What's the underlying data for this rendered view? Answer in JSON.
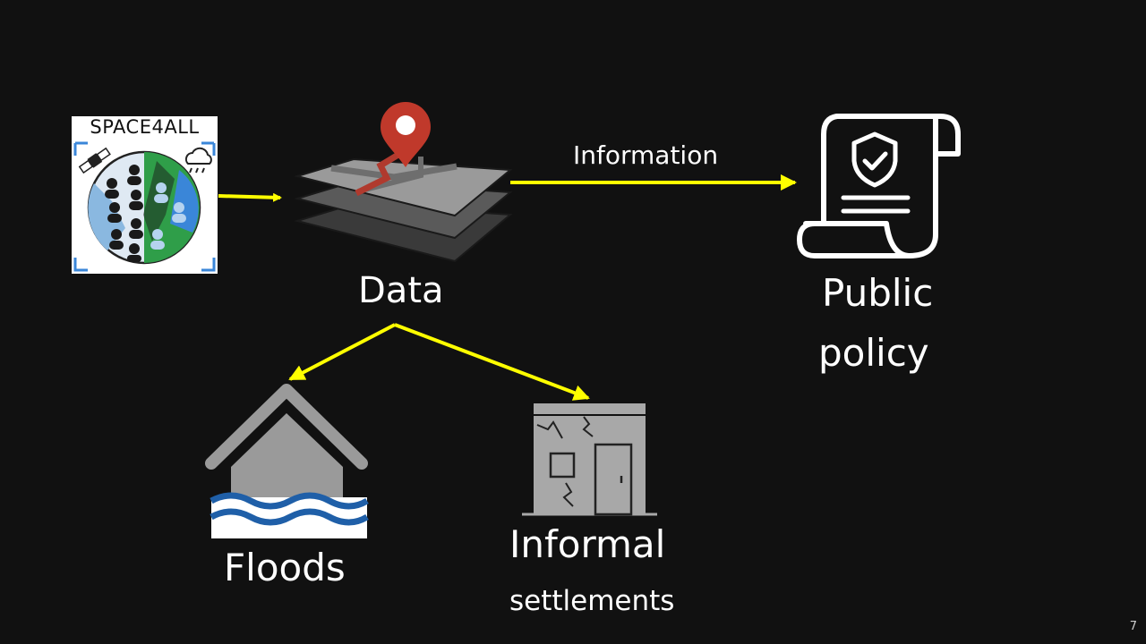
{
  "logo": {
    "title": "SPACE4ALL",
    "icon": "globe-satellite-people-icon"
  },
  "nodes": {
    "data": {
      "label": "Data",
      "icon": "map-layers-pin-icon"
    },
    "public_policy": {
      "label_line1": "Public",
      "label_line2": "policy",
      "icon": "policy-document-shield-icon"
    },
    "floods": {
      "label": "Floods",
      "icon": "flooded-house-icon"
    },
    "informal_settlements": {
      "label_line1": "Informal",
      "label_line2": "settlements",
      "icon": "cracked-building-icon"
    }
  },
  "edges": {
    "data_to_policy": {
      "label": "Information"
    }
  },
  "colors": {
    "background": "#111111",
    "arrow": "#ffff00",
    "pin": "#c0392b",
    "water": "#1f5fa8"
  },
  "page_number": "7"
}
